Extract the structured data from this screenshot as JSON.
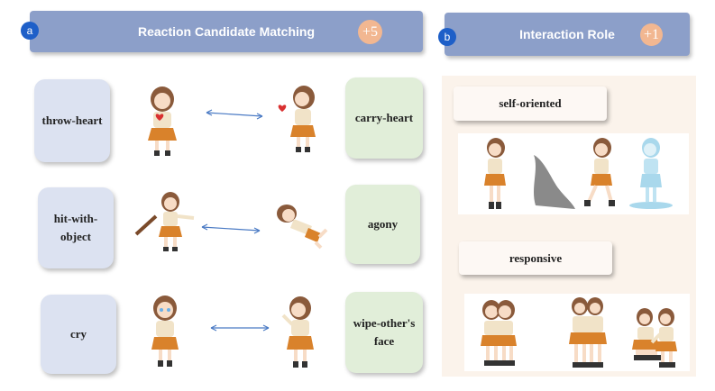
{
  "panel_a": {
    "marker": "a",
    "title": "Reaction Candidate Matching",
    "badge": "+5",
    "pairs": [
      {
        "left": "throw-heart",
        "right": "carry-heart"
      },
      {
        "left": "hit-with-object",
        "right": "agony"
      },
      {
        "left": "cry",
        "right": "wipe-other's face"
      }
    ]
  },
  "panel_b": {
    "marker": "b",
    "title": "Interaction Role",
    "badge": "+1",
    "roles": [
      "self-oriented",
      "responsive"
    ]
  },
  "colors": {
    "header": "#8c9fc9",
    "badge": "#f2b791",
    "marker": "#1e5fc8",
    "left_card": "#dce2f1",
    "right_card": "#e1eed9",
    "panel_bg": "#fbf3eb",
    "arrow": "#4a7ac4"
  }
}
